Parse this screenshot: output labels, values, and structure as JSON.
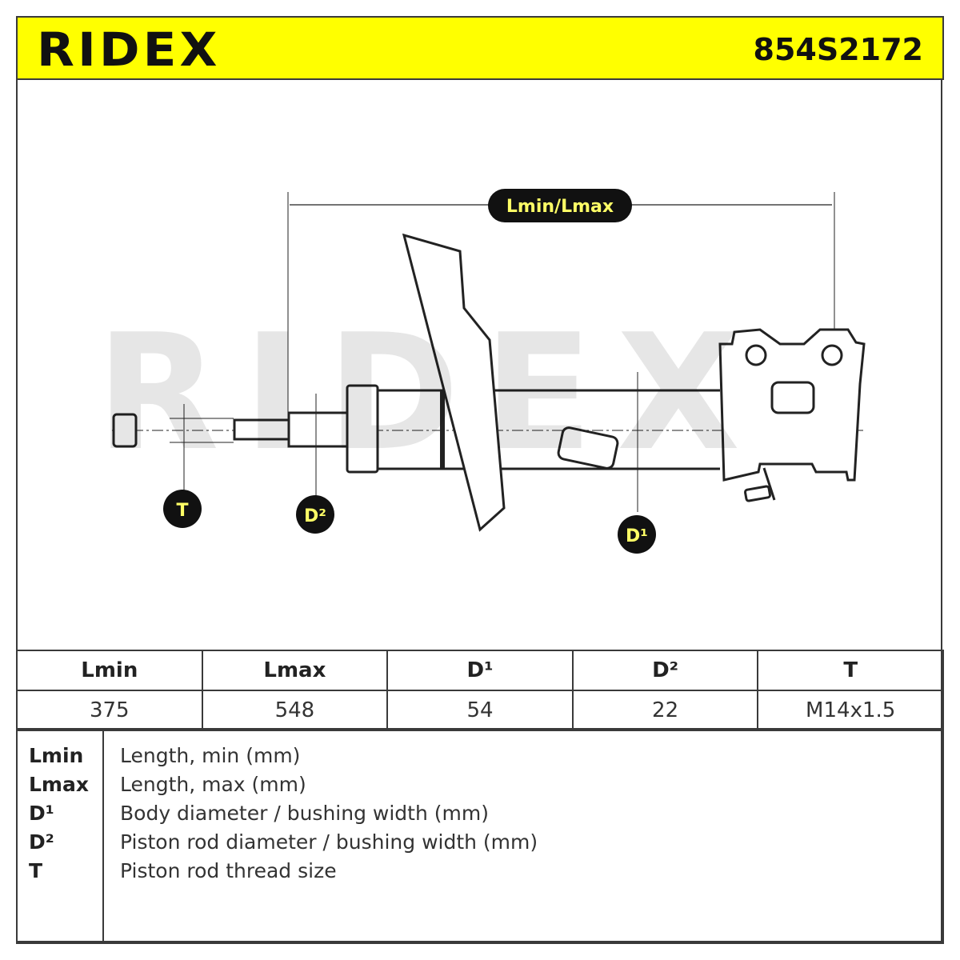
{
  "header": {
    "brand": "RIDEX",
    "part_number": "854S2172",
    "accent_color": "#ffff00"
  },
  "diagram": {
    "labels": {
      "length": "Lmin/Lmax",
      "t": "T",
      "d2": "D²",
      "d1": "D¹"
    },
    "watermark": "RIDEX"
  },
  "table": {
    "headers": [
      "Lmin",
      "Lmax",
      "D¹",
      "D²",
      "T"
    ],
    "values": [
      "375",
      "548",
      "54",
      "22",
      "M14x1.5"
    ]
  },
  "legend": [
    {
      "key": "Lmin",
      "desc": "Length, min (mm)"
    },
    {
      "key": "Lmax",
      "desc": "Length, max (mm)"
    },
    {
      "key": "D¹",
      "desc": "Body diameter / bushing width (mm)"
    },
    {
      "key": "D²",
      "desc": "Piston rod diameter / bushing width (mm)"
    },
    {
      "key": "T",
      "desc": "Piston rod thread size"
    }
  ]
}
